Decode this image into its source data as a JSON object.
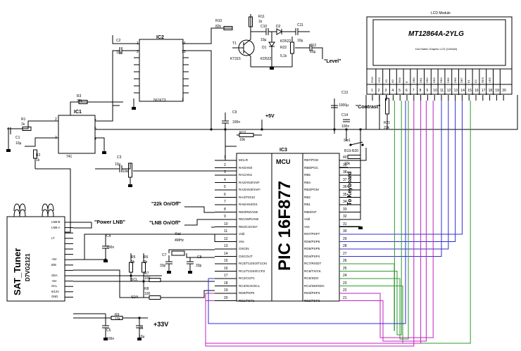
{
  "lcd": {
    "module_title": "LCD Module",
    "model": "MT12864A-2YLG",
    "subtitle": "Dot Matrix Graphic LCD (128x64)",
    "pins": [
      "GND",
      "VCC",
      "V0",
      "A0",
      "R/W",
      "E",
      "DB0",
      "DB1",
      "DB2",
      "DB3",
      "DB4",
      "DB5",
      "DB6",
      "DB7",
      "E1",
      "E2",
      "RES",
      "VEE",
      "",
      ""
    ],
    "pin_numbers": [
      "1",
      "2",
      "3",
      "4",
      "5",
      "6",
      "7",
      "8",
      "9",
      "10",
      "11",
      "12",
      "13",
      "14",
      "15",
      "16",
      "17",
      "18",
      "19",
      "20"
    ]
  },
  "mcu": {
    "ref": "IC3",
    "label": "MCU",
    "part": "PIC 16F877",
    "left_pins": [
      {
        "num": "1",
        "name": "MCLR"
      },
      {
        "num": "2",
        "name": "RA0/AN0"
      },
      {
        "num": "3",
        "name": "RA1/AN1"
      },
      {
        "num": "4",
        "name": "RA2/AN2/Vref-"
      },
      {
        "num": "5",
        "name": "RA3/AN3/Vref+"
      },
      {
        "num": "6",
        "name": "RA4/T0CKI"
      },
      {
        "num": "7",
        "name": "RA5/AN4/SS"
      },
      {
        "num": "8",
        "name": "RE0/RD/AN5"
      },
      {
        "num": "9",
        "name": "RE1/WR/AN6"
      },
      {
        "num": "10",
        "name": "RE2/CS/AN7"
      },
      {
        "num": "11",
        "name": "Vdd"
      },
      {
        "num": "12",
        "name": "Vss"
      },
      {
        "num": "13",
        "name": "OSCIN"
      },
      {
        "num": "14",
        "name": "OSCOUT"
      },
      {
        "num": "15",
        "name": "RC0/T1OSO/T1CKI"
      },
      {
        "num": "16",
        "name": "RC1/T1OSI/CCP2"
      },
      {
        "num": "17",
        "name": "RC2/CCP1"
      },
      {
        "num": "18",
        "name": "RC3/SCK/SCL"
      },
      {
        "num": "19",
        "name": "RD0/PSP0"
      },
      {
        "num": "20",
        "name": "RD1/PSP1"
      }
    ],
    "right_pins": [
      {
        "num": "40",
        "name": "RB7/PGD"
      },
      {
        "num": "39",
        "name": "RB6/PGC"
      },
      {
        "num": "38",
        "name": "RB5"
      },
      {
        "num": "37",
        "name": "RB4"
      },
      {
        "num": "36",
        "name": "RB3/PGM"
      },
      {
        "num": "35",
        "name": "RB2"
      },
      {
        "num": "34",
        "name": "RB1"
      },
      {
        "num": "33",
        "name": "RB0/INT"
      },
      {
        "num": "32",
        "name": "Vdd"
      },
      {
        "num": "31",
        "name": "Vss"
      },
      {
        "num": "30",
        "name": "RD7/PSP7"
      },
      {
        "num": "29",
        "name": "RD6/PSP6"
      },
      {
        "num": "28",
        "name": "RD5/PSP5"
      },
      {
        "num": "27",
        "name": "RD4/PSP4"
      },
      {
        "num": "26",
        "name": "RC7/RX/DT"
      },
      {
        "num": "25",
        "name": "RC6/TX/CK"
      },
      {
        "num": "24",
        "name": "RC5/SDO"
      },
      {
        "num": "23",
        "name": "RC4/SDI/SDA"
      },
      {
        "num": "22",
        "name": "RD3/PSP3"
      },
      {
        "num": "21",
        "name": "RD2/PSP2"
      }
    ]
  },
  "tuner": {
    "name": "SAT_Tuner",
    "model": "D7VG2121",
    "pins": [
      "LNB-B",
      "LNB-A",
      "",
      "LT",
      "",
      "",
      "",
      "+5V",
      "B/B",
      "",
      "SDA",
      "+5V",
      "SCL",
      "6/12V",
      "GND"
    ]
  },
  "ic1": {
    "ref": "IC1",
    "part": "741",
    "pins_left": [
      "2",
      "3"
    ],
    "pins_right": [
      "7",
      "6",
      "4"
    ]
  },
  "ic2": {
    "ref": "IC2",
    "part": "561KT3",
    "pins_left": [
      "1",
      "2"
    ],
    "pins_right": [
      "14",
      "13",
      "7"
    ]
  },
  "components": {
    "R1": "R1",
    "R1v": "1k",
    "R2": "R2",
    "R2v": "1k",
    "R3": "R3",
    "R3v": "22k",
    "R5": "R5",
    "R5v": "2k",
    "R6": "R6",
    "R6v": "2k",
    "R7": "R7",
    "R7v": "100",
    "R8": "R8",
    "R8v": "100",
    "R9": "R9",
    "R9v": "10k",
    "R10": "R10",
    "R10v": "82k",
    "R11": "R11",
    "R11v": "1k",
    "R12": "R12",
    "R12v": "10k",
    "R13": "R13-R20",
    "R13v": "10k",
    "R21": "R21",
    "R21v": "22k",
    "R22": "R22",
    "R22v": "5,1k",
    "pot": "10k",
    "C1": "C1",
    "C1v": "10µ",
    "C2": "C2",
    "C2v": "10µ",
    "C3": "C3",
    "C3v": "10µ",
    "C4": "C4",
    "C4v": "100n",
    "C5": "C5",
    "C5v": "100n",
    "C6": "C6",
    "C6v": "10µ",
    "C7": "C7",
    "C7v": "33p",
    "C8": "C8",
    "C8v": "33p",
    "C9": "C9",
    "C9v": "100n",
    "C10": "C10",
    "C10v": "10µ",
    "C11": "C11",
    "C11v": "10µ",
    "C12": "C12",
    "C12v": "10µ",
    "C13": "C13",
    "C13v": "1000µ",
    "C14": "C14",
    "C14v": "100n",
    "T1": "T1",
    "T1v": "KT315",
    "D1": "D1",
    "D1v": "KD522",
    "D2": "D2",
    "D2v": "KD522",
    "xtal": "Xtal",
    "xtalv": "4MHz",
    "sw": "Sw1"
  },
  "labels": {
    "level": "\"Level\"",
    "contrast": "\"Contrast\"",
    "plus5v": "+5V",
    "plus33v": "+33V",
    "power_lnb": "\"Power LNB\"",
    "lnb_onoff": "\"LNB On/Off\"",
    "khz22": "\"22k On/Off\"",
    "to_keyboard": "To Keyboard",
    "scl": "SCL",
    "sda": "SDA"
  },
  "colors": {
    "line": "#000000",
    "bus_blue": "#2d2dd6",
    "bus_green": "#2f9a2f",
    "bus_magenta": "#c020c0"
  }
}
